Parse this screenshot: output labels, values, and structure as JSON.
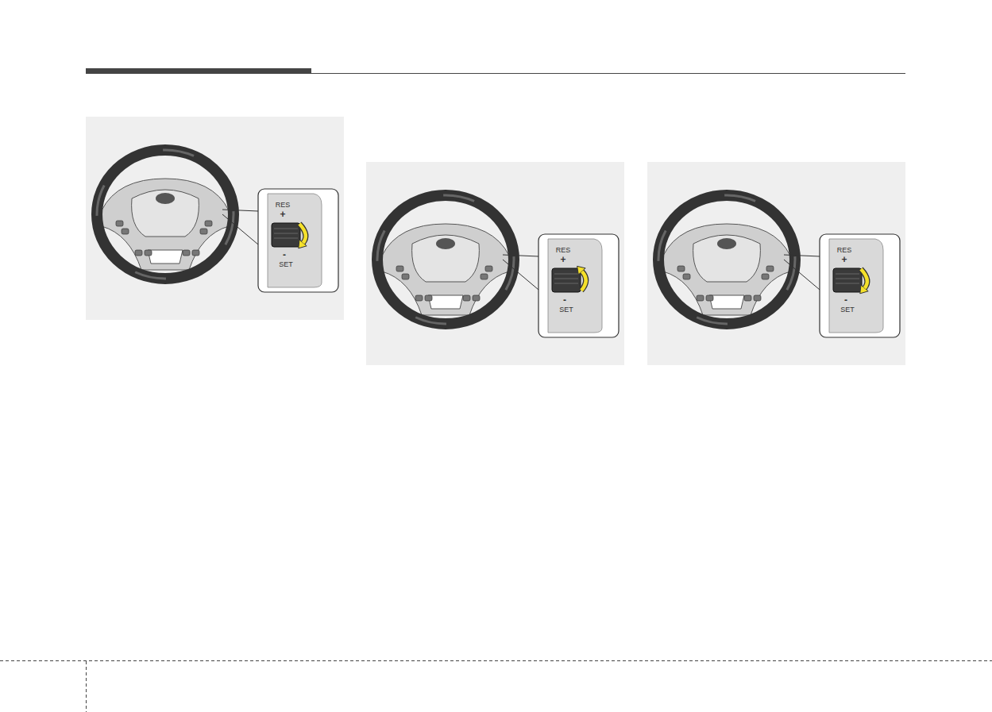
{
  "diagram": {
    "labels": [
      "RES",
      "+",
      "-",
      "SET",
      "RES",
      "+",
      "-",
      "SET",
      "RES",
      "+",
      "-",
      "SET"
    ]
  }
}
